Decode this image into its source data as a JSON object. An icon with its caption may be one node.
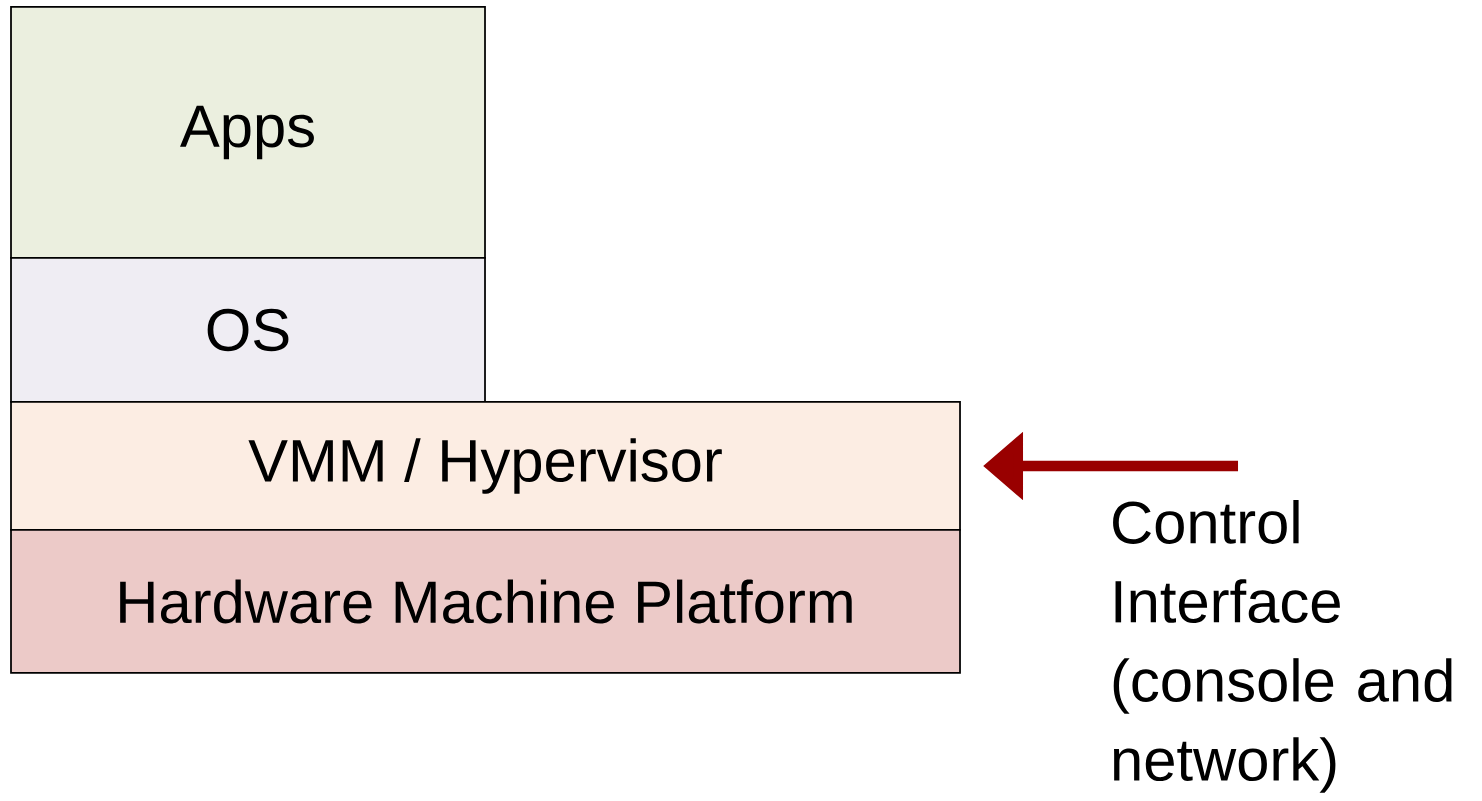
{
  "diagram": {
    "nodes": [
      {
        "text": [
          "Apps"
        ]
      },
      {
        "text": [
          "OS"
        ]
      },
      {
        "text": [
          "VMM / Hypervisor"
        ]
      },
      {
        "text": [
          "Hardware Machine Platform"
        ]
      }
    ],
    "edges": [
      {
        "from": null,
        "to": 2,
        "arrow": "to",
        "color": "#990000"
      }
    ],
    "labels": [
      "Control Interface (console and network)"
    ]
  }
}
